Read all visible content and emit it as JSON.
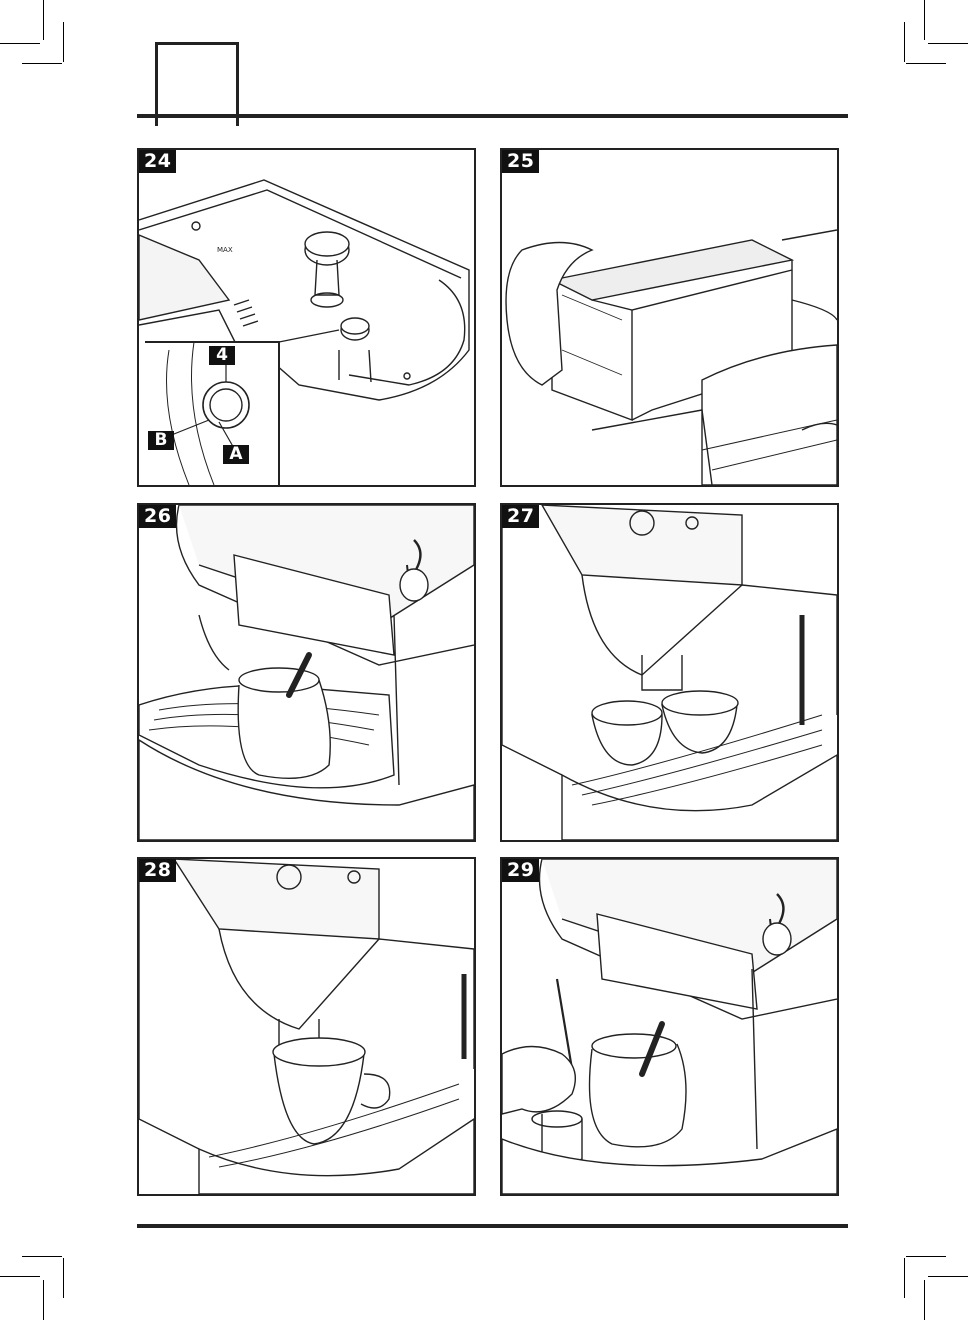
{
  "figures": [
    {
      "number": "24"
    },
    {
      "number": "25"
    },
    {
      "number": "26"
    },
    {
      "number": "27"
    },
    {
      "number": "28"
    },
    {
      "number": "29"
    }
  ],
  "fig24_callouts": {
    "four": "4",
    "b": "B",
    "a": "A"
  },
  "fig24_label": "MAX"
}
